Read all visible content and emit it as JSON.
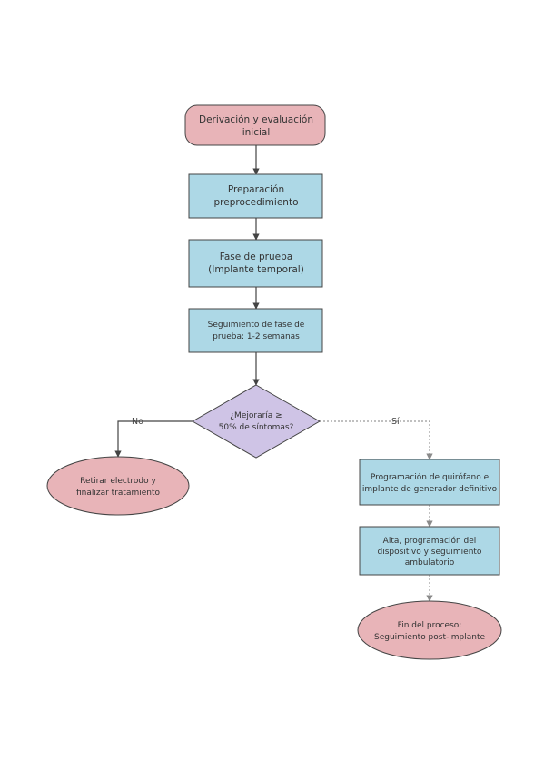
{
  "colors": {
    "terminal_fill": "#E8B4B8",
    "terminal_stroke": "#444444",
    "process_fill": "#ADD8E6",
    "process_stroke": "#444444",
    "decision_fill": "#CFC4E6",
    "decision_stroke": "#444444",
    "connector": "#444444"
  },
  "nodes": {
    "start": {
      "line1": "Derivación y evaluación",
      "line2": "inicial"
    },
    "prep": {
      "line1": "Preparación",
      "line2": "preprocedimiento"
    },
    "trial": {
      "line1": "Fase de prueba",
      "line2": "(Implante temporal)"
    },
    "followup": {
      "line1": "Seguimiento de fase de",
      "line2": "prueba: 1-2 semanas"
    },
    "decision": {
      "line1": "¿Mejoraría ≥",
      "line2": "50% de síntomas?"
    },
    "no_end": {
      "line1": "Retirar electrodo y",
      "line2": "finalizar tratamiento"
    },
    "surgery": {
      "line1": "Programación de quirófano e",
      "line2": "implante de generador definitivo"
    },
    "discharge": {
      "line1": "Alta, programación del",
      "line2": "dispositivo y seguimiento",
      "line3": "ambulatorio"
    },
    "end": {
      "line1": "Fin del proceso:",
      "line2": "Seguimiento post-implante"
    }
  },
  "edges": {
    "no_label": "No",
    "yes_label": "Sí"
  }
}
